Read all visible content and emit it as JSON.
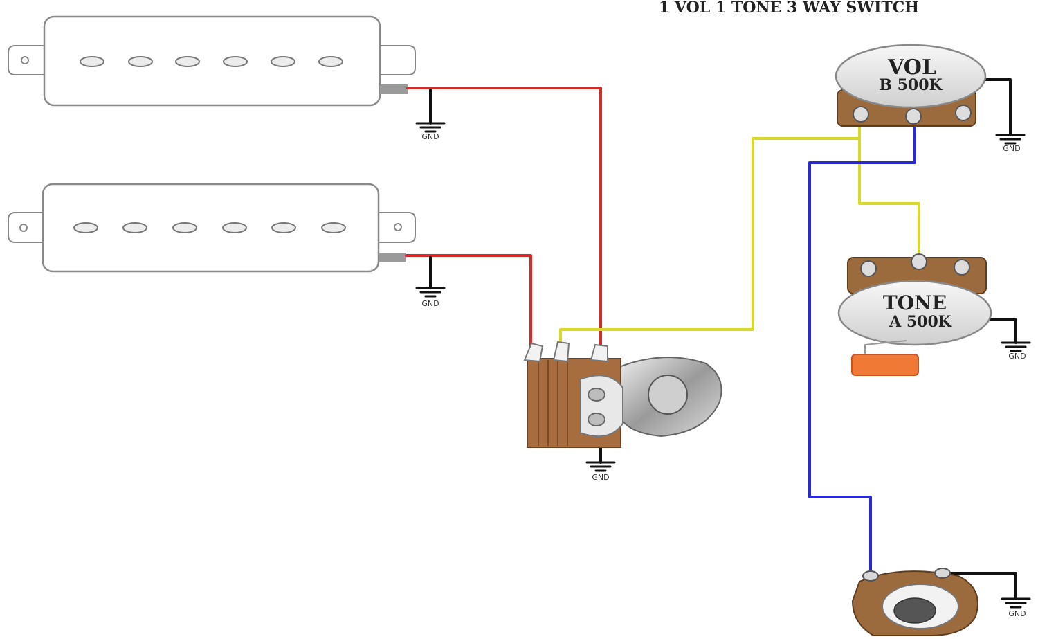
{
  "title": "1 VOL 1 TONE 3 WAY SWITCH",
  "gnd_label": "GND",
  "volume_pot": {
    "name": "VOL",
    "value": "B 500K"
  },
  "tone_pot": {
    "name": "TONE",
    "value": "A 500K"
  },
  "colors": {
    "red_wire": "#d42a2a",
    "yellow_wire": "#d9d92b",
    "blue_wire": "#2a2ad4",
    "ground_wire": "#111111",
    "pot_base": "#9c6b3d",
    "capacitor": "#f07a35",
    "switch_body": "#a86d3f"
  }
}
